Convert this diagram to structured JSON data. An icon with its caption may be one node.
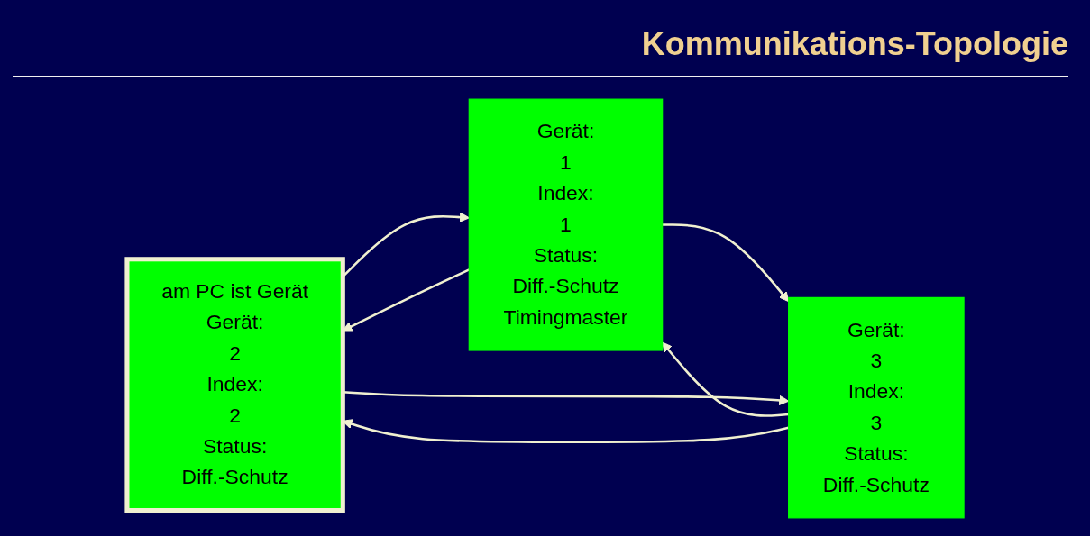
{
  "diagram": {
    "title": "Kommunikations-Topologie",
    "nodes": [
      {
        "text": [
          "am PC ist Gerät",
          "Gerät:",
          "2",
          "Index:",
          "2",
          "Status:",
          "Diff.-Schutz"
        ]
      },
      {
        "text": [
          "Gerät:",
          "1",
          "Index:",
          "1",
          "Status:",
          "Diff.-Schutz",
          "Timingmaster"
        ]
      },
      {
        "text": [
          "Gerät:",
          "3",
          "Index:",
          "3",
          "Status:",
          "Diff.-Schutz"
        ]
      }
    ],
    "edges": [
      {
        "from": 0,
        "to": 1,
        "arrow": "to"
      },
      {
        "from": 1,
        "to": 0,
        "arrow": "to"
      },
      {
        "from": 1,
        "to": 2,
        "arrow": "to"
      },
      {
        "from": 2,
        "to": 1,
        "arrow": "to"
      },
      {
        "from": 0,
        "to": 2,
        "arrow": "to"
      },
      {
        "from": 2,
        "to": 0,
        "arrow": "to"
      }
    ]
  }
}
